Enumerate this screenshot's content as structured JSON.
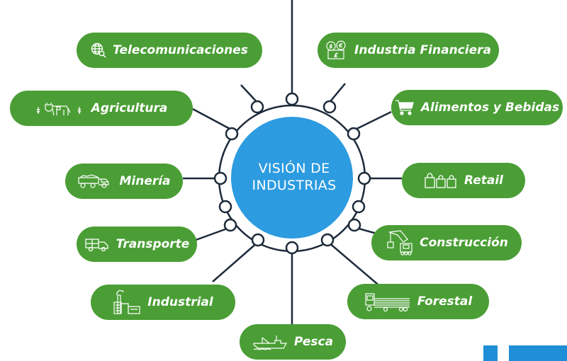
{
  "center": {
    "line1": "VISIÓN DE",
    "line2": "INDUSTRIAS"
  },
  "colors": {
    "pill": "#4a9e35",
    "center": "#2c9be0",
    "ring": "#1d2a3a",
    "corner": "#1e8fd6"
  },
  "industries": [
    {
      "label": "Telecomunicaciones",
      "icon": "globe-search-icon"
    },
    {
      "label": "Industria Financiera",
      "icon": "currency-icon"
    },
    {
      "label": "Agricultura",
      "icon": "cow-icon"
    },
    {
      "label": "Alimentos y Bebidas",
      "icon": "shopping-cart-icon"
    },
    {
      "label": "Minería",
      "icon": "mining-truck-icon"
    },
    {
      "label": "Retail",
      "icon": "shopping-bags-icon"
    },
    {
      "label": "Transporte",
      "icon": "truck-icon"
    },
    {
      "label": "Construcción",
      "icon": "crane-icon"
    },
    {
      "label": "Industrial",
      "icon": "factory-icon"
    },
    {
      "label": "Forestal",
      "icon": "log-truck-icon"
    },
    {
      "label": "Pesca",
      "icon": "boat-icon"
    }
  ]
}
